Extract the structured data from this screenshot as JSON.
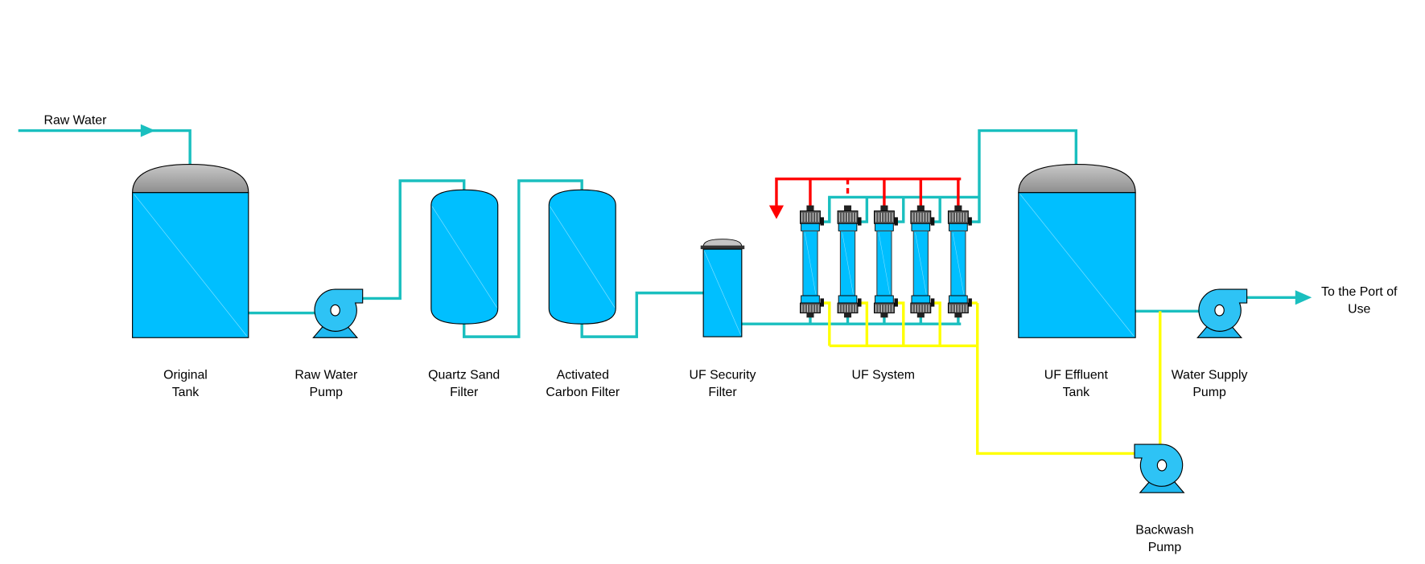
{
  "labels": {
    "raw_water": "Raw Water",
    "original_tank": [
      "Original",
      "Tank"
    ],
    "raw_water_pump": [
      "Raw Water",
      "Pump"
    ],
    "quartz_sand_filter": [
      "Quartz Sand",
      "Filter"
    ],
    "activated_carbon_filter": [
      "Activated",
      "Carbon Filter"
    ],
    "uf_security_filter": [
      "UF Security",
      "Filter"
    ],
    "uf_system": "UF System",
    "uf_effluent_tank": [
      "UF Effluent",
      "Tank"
    ],
    "water_supply_pump": [
      "Water Supply",
      "Pump"
    ],
    "to_port_of_use": [
      "To the Port of",
      "Use"
    ],
    "backwash_pump": [
      "Backwash",
      "Pump"
    ]
  },
  "colors": {
    "water_pipe": "#1ABFBF",
    "backwash_pipe": "#FFFF00",
    "drain_pipe": "#FF0000",
    "vessel_fill": "#00BFFF",
    "dome_fill": "#A8A8A8"
  }
}
